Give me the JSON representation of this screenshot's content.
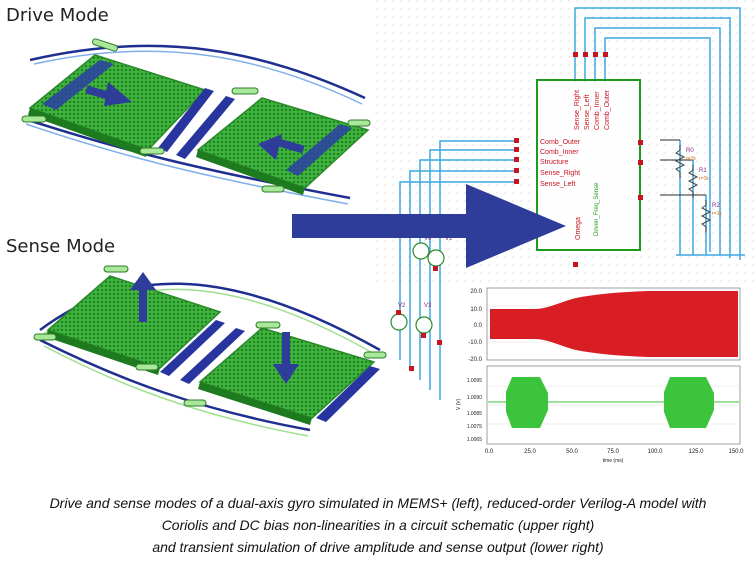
{
  "drive_title": "Drive Mode",
  "sense_title": "Sense Mode",
  "schematic": {
    "block_pins": [
      "Comb_Outer",
      "Comb_Inner",
      "Structure",
      "Sense_Right",
      "Sense_Left"
    ],
    "top_pins": [
      "Sense_Right",
      "Sense_Left",
      "Comb_Inner",
      "Comb_Outer"
    ],
    "omega_label": "Omega",
    "right_label": "Driven_Freq_Sense",
    "resistors": [
      "R0",
      "R1",
      "R2"
    ],
    "resistor_value": "r=1k",
    "sources": [
      "V0",
      "V1",
      "V2",
      "V3"
    ]
  },
  "plot_top": {
    "ticks": [
      "20.0",
      "10.0",
      "0.0",
      "-10.0",
      "-20.0"
    ]
  },
  "plot_bottom": {
    "ylabel": "V (V)",
    "ticks": [
      "1.0095",
      "1.0090",
      "1.0085",
      "1.0075",
      "1.0065"
    ],
    "xlabel": "time (ms)",
    "xticks": [
      "0.0",
      "25.0",
      "50.0",
      "75.0",
      "100.0",
      "125.0",
      "150.0"
    ]
  },
  "caption_lines": [
    "Drive and sense modes of a dual-axis gyro simulated in MEMS+ (left), reduced-order Verilog-A model with",
    "Coriolis and DC bias non-linearities in a circuit schematic (upper right)",
    "and transient simulation of drive amplitude and sense output (lower right)"
  ],
  "colors": {
    "mass_green": "#3ab03a",
    "spring_green": "#9ee08e",
    "electrode_blue": "#28359e",
    "arrow_blue": "#2f3d9a",
    "wire_blue": "#3ba9e0",
    "block_green": "#1e9a1e",
    "pin_red": "#c8141e",
    "trace_red": "#d81e24",
    "trace_green": "#3cc43c"
  }
}
